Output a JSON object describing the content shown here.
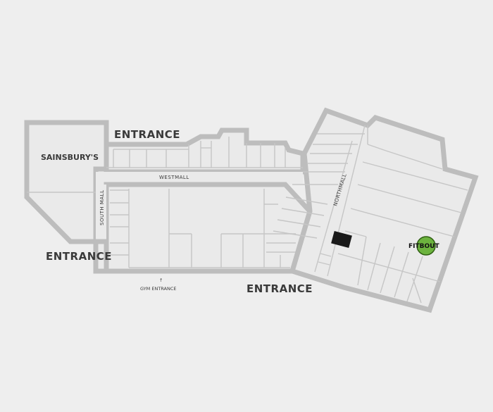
{
  "map": {
    "labels": {
      "entrance_top": "ENTRANCE",
      "entrance_left": "ENTRANCE",
      "entrance_bottom": "ENTRANCE",
      "gym_entrance": "GYM ENTRANCE",
      "gym_arrow": "↑",
      "anchor_store": "SAINSBURY'S",
      "west_mall": "WESTMALL",
      "south_mall": "SOUTH MALL",
      "north_mall": "NORTHMALL"
    },
    "logo": {
      "text": "FITBOUT",
      "color": "#6cb33e"
    },
    "colors": {
      "background": "#eeeeee",
      "floor": "#eaeaea",
      "wall": "#bdbdbd",
      "highlight_unit": "#1a1a1a"
    }
  }
}
